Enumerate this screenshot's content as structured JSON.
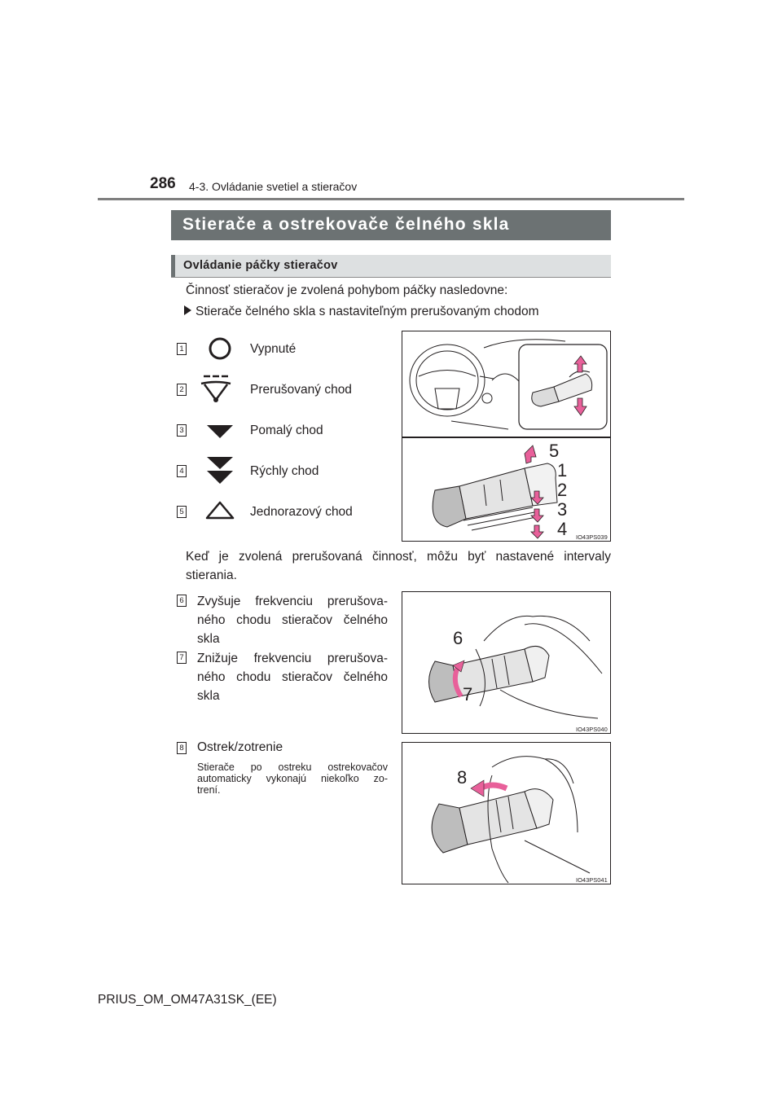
{
  "header": {
    "page_number": "286",
    "section": "4-3. Ovládanie svetiel a stieračov"
  },
  "title": "Stierače a ostrekovače čelného skla",
  "subtitle": "Ovládanie páčky stieračov",
  "intro": "Činnosť stieračov je zvolená pohybom páčky nasledovne:",
  "bullet": "Stierače čelného skla s nastaviteľným prerušovaným chodom",
  "modes": [
    {
      "num": "1",
      "icon": "off-circle-icon",
      "label": "Vypnuté"
    },
    {
      "num": "2",
      "icon": "intermittent-wiper-icon",
      "label": "Prerušovaný chod"
    },
    {
      "num": "3",
      "icon": "single-down-triangle-icon",
      "label": "Pomalý chod"
    },
    {
      "num": "4",
      "icon": "double-down-triangle-icon",
      "label": "Rýchly chod"
    },
    {
      "num": "5",
      "icon": "up-triangle-outline-icon",
      "label": "Jednorazový chod"
    }
  ],
  "figure1": {
    "code": "IO43PS039",
    "callouts": [
      "5",
      "1",
      "2",
      "3",
      "4"
    ]
  },
  "interval_text": "Keď je zvolená prerušovaná činnosť, môžu byť nastavené intervaly stierania.",
  "interval_items": [
    {
      "num": "6",
      "line1": "Zvyšuje frekvenciu prerušova-",
      "line2": "ného chodu stieračov čelného",
      "line3": "skla"
    },
    {
      "num": "7",
      "line1": "Znižuje frekvenciu prerušova-",
      "line2": "ného chodu stieračov čelného",
      "line3": "skla"
    }
  ],
  "figure2": {
    "code": "IO43PS040",
    "callouts": [
      "6",
      "7"
    ]
  },
  "washer": {
    "num": "8",
    "label": "Ostrek/zotrenie",
    "note_line1": "Stierače po ostreku ostrekovačov",
    "note_line2": "automaticky vykonajú niekoľko zo-",
    "note_line3": "trení."
  },
  "figure3": {
    "code": "IO43PS041",
    "callouts": [
      "8"
    ]
  },
  "footer": "PRIUS_OM_OM47A31SK_(EE)",
  "colors": {
    "title_bar": "#6c7273",
    "subtitle_bar": "#dde0e1",
    "arrow_pink": "#e8609a",
    "text": "#231f20"
  }
}
